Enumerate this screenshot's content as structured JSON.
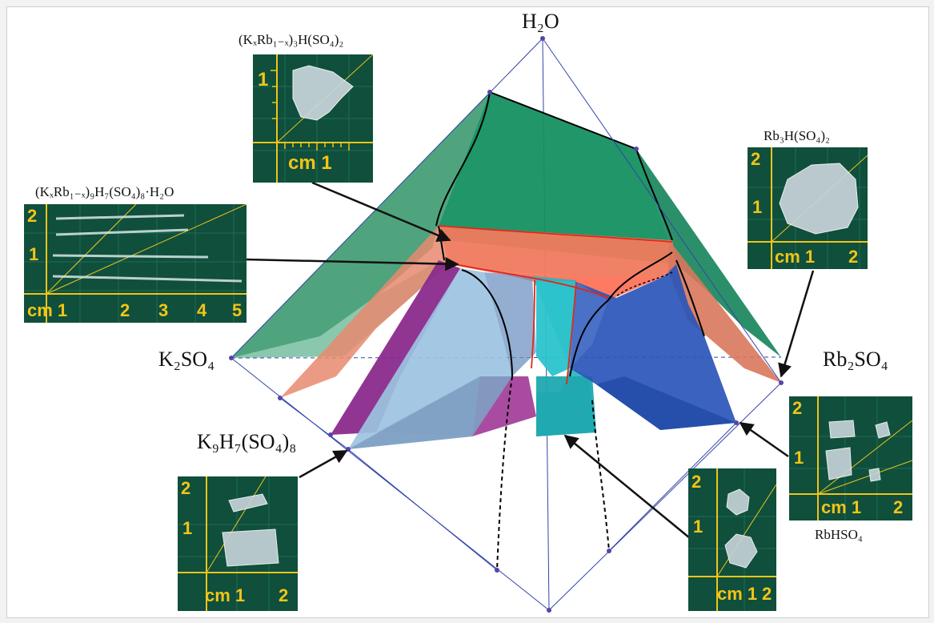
{
  "vertices": {
    "top": "H₂O",
    "left": "K₂SO₄",
    "right": "Rb₂SO₄",
    "lower_left": "K₉H₇(SO₄)₈"
  },
  "photos": [
    {
      "label": "(KₓRb₁₋ₓ)₃H(SO₄)₂",
      "ruler": [
        "1",
        "cm 1"
      ]
    },
    {
      "label": "(KₓRb₁₋ₓ)₉H₇(SO₄)₈·H₂O",
      "ruler": [
        "2",
        "1",
        "cm 1",
        "2",
        "3",
        "4",
        "5"
      ]
    },
    {
      "label": "Rb₃H(SO₄)₂",
      "ruler": [
        "2",
        "1",
        "cm 1",
        "2"
      ]
    },
    {
      "label": "RbHSO₄",
      "ruler": [
        "2",
        "1",
        "cm 1",
        "2"
      ]
    },
    {
      "label": "",
      "ruler": [
        "2",
        "1",
        "cm 1",
        "2"
      ]
    },
    {
      "label": "",
      "ruler": [
        "2",
        "1",
        "cm 1",
        "2"
      ]
    }
  ],
  "colors": {
    "green_surface": "#1e8a5a",
    "salmon_surface": "#e8836a",
    "purple_surface": "#8b2a8c",
    "lightblue_surface": "#8fb8d8",
    "blue_surface": "#2a55b8",
    "cyan_surface": "#25b5c0",
    "edge_blue": "#3344aa",
    "photo_bg": "#0f4f3c",
    "ruler_yellow": "#f2c418"
  }
}
